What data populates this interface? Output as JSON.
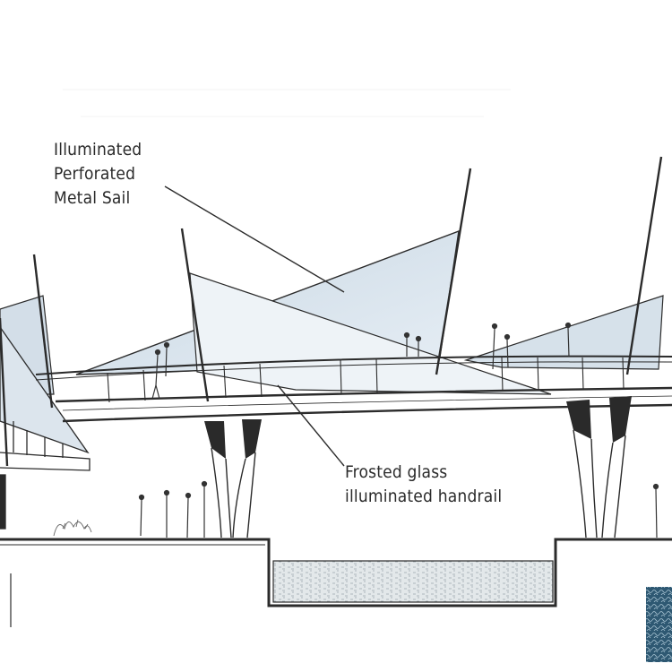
{
  "annotations": {
    "sail": {
      "lines": [
        "Illuminated",
        "Perforated",
        "Metal Sail"
      ]
    },
    "handrail": {
      "lines": [
        "Frosted glass",
        "illuminated handrail"
      ]
    }
  },
  "colors": {
    "sail_fill": "#cfdbe6",
    "sail_fill_light": "#e4ecf3",
    "ink": "#2b2b2b",
    "water_fill": "#dde3e6",
    "pier_dark": "#2a2a2a",
    "tile_blue": "#2e5872"
  }
}
